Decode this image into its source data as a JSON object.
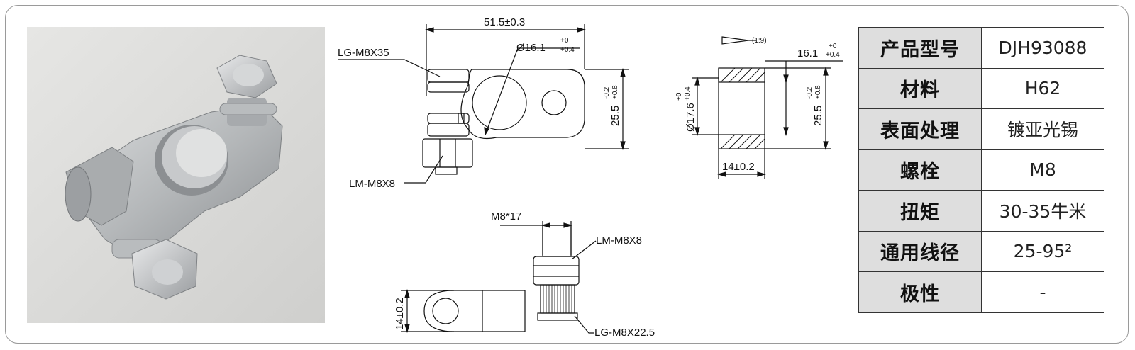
{
  "table": {
    "rows": [
      {
        "label": "产品型号",
        "value": "DJH93088"
      },
      {
        "label": "材料",
        "value": "H62"
      },
      {
        "label": "表面处理",
        "value": "镀亚光锡"
      },
      {
        "label": "螺栓",
        "value": "M8"
      },
      {
        "label": "扭矩",
        "value": "30-35牛米"
      },
      {
        "label": "通用线径",
        "value": "25-95²"
      },
      {
        "label": "极性",
        "value": "-"
      }
    ]
  },
  "drawing": {
    "top_view": {
      "width_dim": "51.5±0.3",
      "bolt_label": "LG-M8X35",
      "nut_label": "LM-M8X8",
      "bore_dim": "Ø16.1",
      "bore_tol_upper": "+0",
      "bore_tol_lower": "+0.4",
      "height_dim": "25.5",
      "height_tol_upper": "-0.2",
      "height_tol_lower": "+0.8"
    },
    "section_view": {
      "taper_label": "(1:9)",
      "top_dim": "16.1",
      "top_tol_upper": "+0",
      "top_tol_lower": "+0.4",
      "left_dim": "Ø17.6",
      "left_tol_upper": "+0",
      "left_tol_lower": "+0.4",
      "right_dim": "25.5",
      "right_tol_upper": "-0.2",
      "right_tol_lower": "+0.8",
      "bottom_dim": "14±0.2"
    },
    "side_view": {
      "bolt_dim": "M8*17",
      "nut_label": "LM-M8X8",
      "bolt_label": "LG-M8X22.5",
      "height_dim": "14±0.2"
    }
  },
  "colors": {
    "label_bg": "#dedede",
    "border": "#333333",
    "frame": "#9a9a9a"
  }
}
